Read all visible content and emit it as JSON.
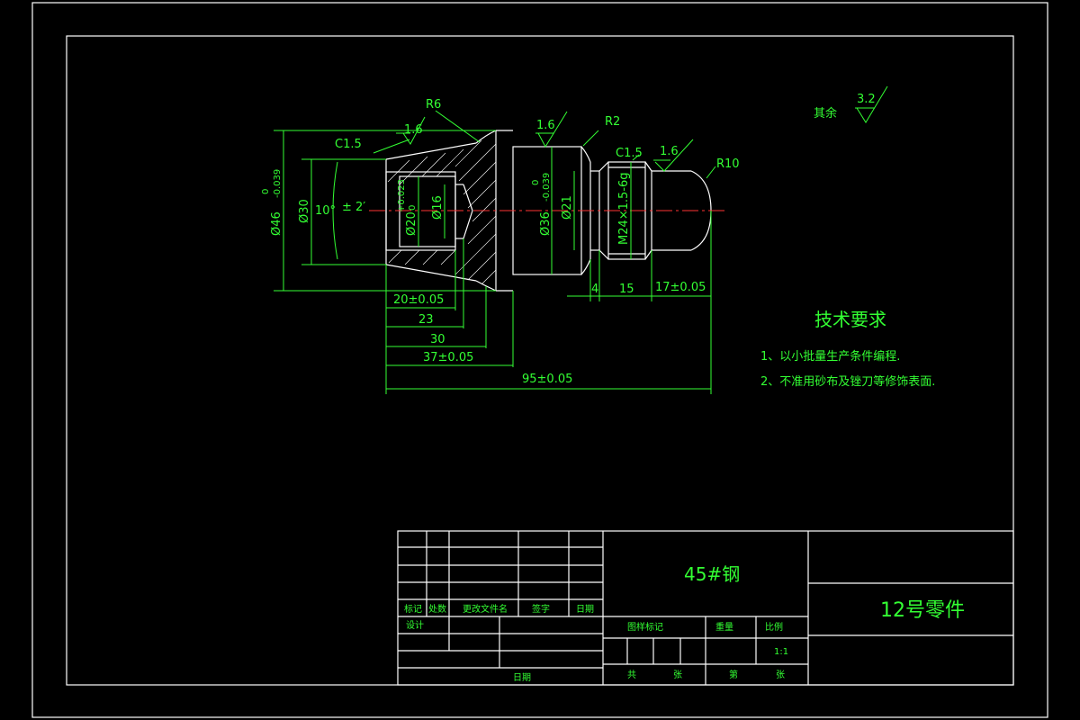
{
  "drawing": {
    "dims": {
      "r6": "R6",
      "r2": "R2",
      "r10": "R10",
      "c15_left": "C1.5",
      "c15_right": "C1.5",
      "rough_a": "1.6",
      "rough_b": "1.6",
      "rough_c": "1.6",
      "d46": "Ø46",
      "d46_tol_upper": "0",
      "d46_tol_lower": "-0.039",
      "d30": "Ø30",
      "angle": "10°",
      "angle_tol": "± 2′",
      "d20": "Ø20",
      "d20_tol_upper": "+0.023",
      "d20_tol_lower": "0",
      "d16": "Ø16",
      "d36": "Ø36",
      "d36_tol_upper": "0",
      "d36_tol_lower": "-0.039",
      "d21": "Ø21",
      "thread": "M24×1.5-6g",
      "len_20": "20±0.05",
      "len_23": "23",
      "len_30": "30",
      "len_37": "37±0.05",
      "len_95": "95±0.05",
      "len_4": "4",
      "len_15": "15",
      "len_17": "17±0.05"
    },
    "roughness_rest_label": "其余",
    "roughness_rest_value": "3.2",
    "tech_req_title": "技术要求",
    "tech_req_items": [
      "1、以小批量生产条件编程.",
      "2、不准用砂布及锉刀等修饰表面."
    ]
  },
  "title_block": {
    "material": "45#钢",
    "part_name": "12号零件",
    "header_mark": "标记",
    "header_count": "处数",
    "header_doc": "更改文件名",
    "header_sign": "签字",
    "header_date": "日期",
    "designer": "设计",
    "date_label": "日期",
    "stage_mark": "图样标记",
    "weight": "重量",
    "scale_label": "比例",
    "scale_value": "1:1",
    "sheets_total": "共",
    "sheets_total_suffix": "张",
    "sheet_no": "第",
    "sheet_no_suffix": "张"
  }
}
